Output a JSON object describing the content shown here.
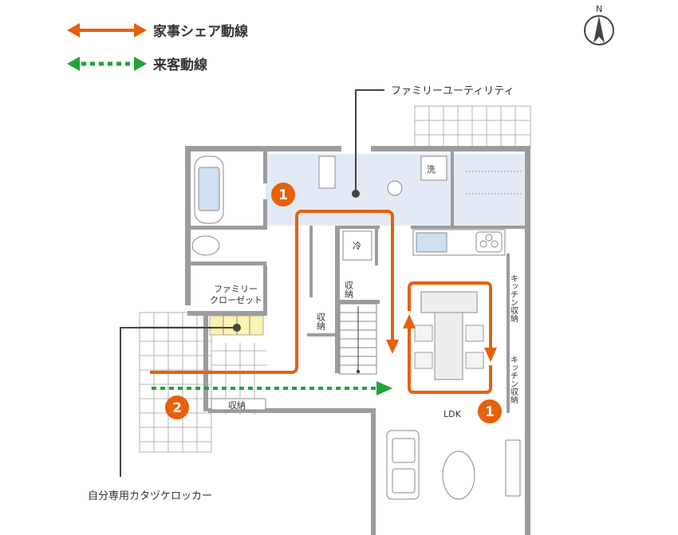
{
  "legend": {
    "housework_route": "家事シェア動線",
    "guest_route": "来客動線"
  },
  "compass": {
    "label": "N"
  },
  "callouts": {
    "utility": "ファミリーユーティリティ",
    "locker": "自分専用カタヅケロッカー"
  },
  "rooms": {
    "wash": "洗",
    "fridge": "冷",
    "storage": "収納",
    "closet_line1": "ファミリー",
    "closet_line2": "クローゼット",
    "kitchen_storage": "キッチン収納",
    "ldk": "LDK"
  },
  "markers": {
    "one": "1",
    "two": "2"
  },
  "colors": {
    "housework": "#e8600a",
    "guest": "#1fa33a",
    "utility_fill": "#e4eaf5",
    "locker_fill": "#fbf3b0"
  }
}
